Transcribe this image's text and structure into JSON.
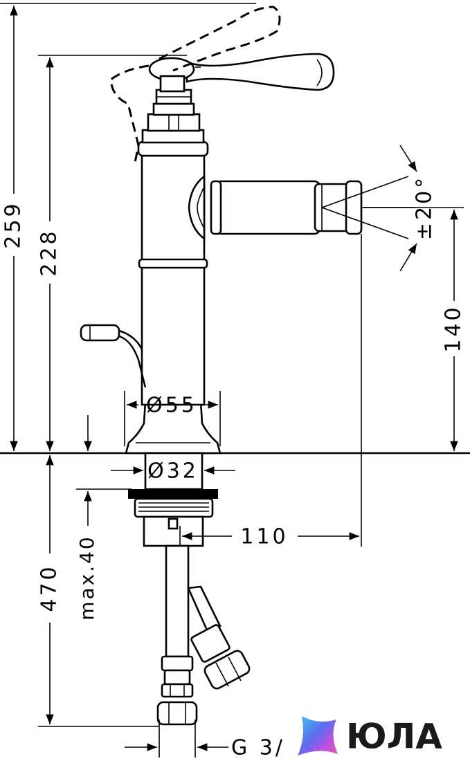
{
  "dimensions": {
    "overall_height": "259",
    "spout_height": "228",
    "spout_outlet_height": "140",
    "base_diameter": "Ø55",
    "shank_diameter": "Ø32",
    "spout_reach": "110",
    "below_counter": "470",
    "max_counter_thickness": "max.40",
    "spray_angle": "±20°",
    "connection_thread": "G 3/"
  },
  "logo": {
    "text": "ЮЛА",
    "gradient_colors": [
      "#3ecbf0",
      "#5b6cf0",
      "#c04fe0",
      "#e85aa8"
    ]
  }
}
